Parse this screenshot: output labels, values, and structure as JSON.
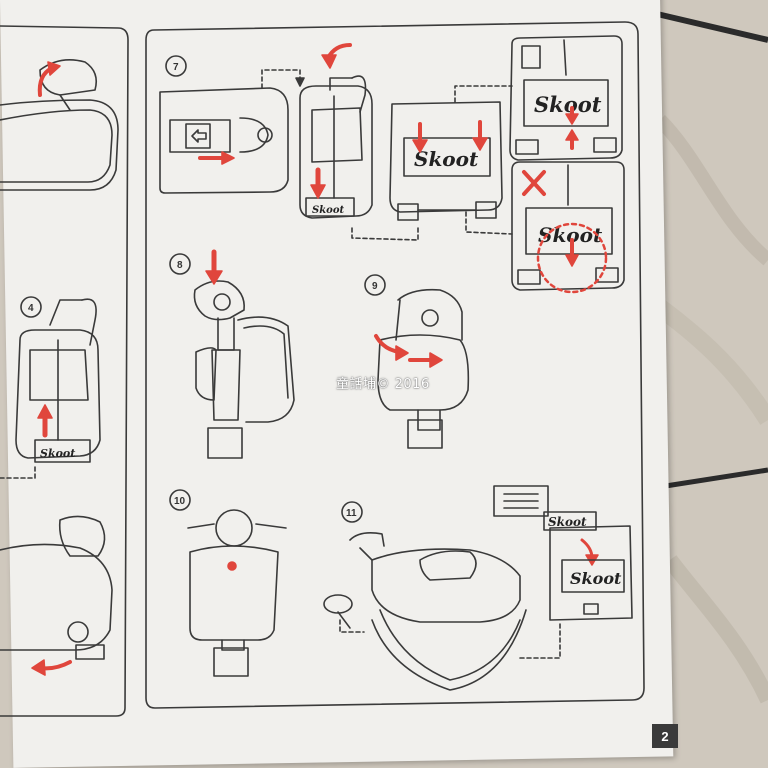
{
  "steps": [
    {
      "id": "step-7",
      "number": "7"
    },
    {
      "id": "step-8",
      "number": "8"
    },
    {
      "id": "step-9",
      "number": "9"
    },
    {
      "id": "step-10",
      "number": "10"
    },
    {
      "id": "step-11",
      "number": "11"
    },
    {
      "id": "step-4",
      "number": "4"
    }
  ],
  "brand_label": "Skoot",
  "watermark": "童話埔© 2016",
  "page_number": "2",
  "colors": {
    "accent_arrow": "#e0463c",
    "line": "#3a3a3a",
    "paper": "#f1f0ed",
    "floor": "#cfc8bd"
  },
  "icons": [
    "arrow-icon",
    "cross-mark-icon",
    "luggage-tag-icon"
  ]
}
